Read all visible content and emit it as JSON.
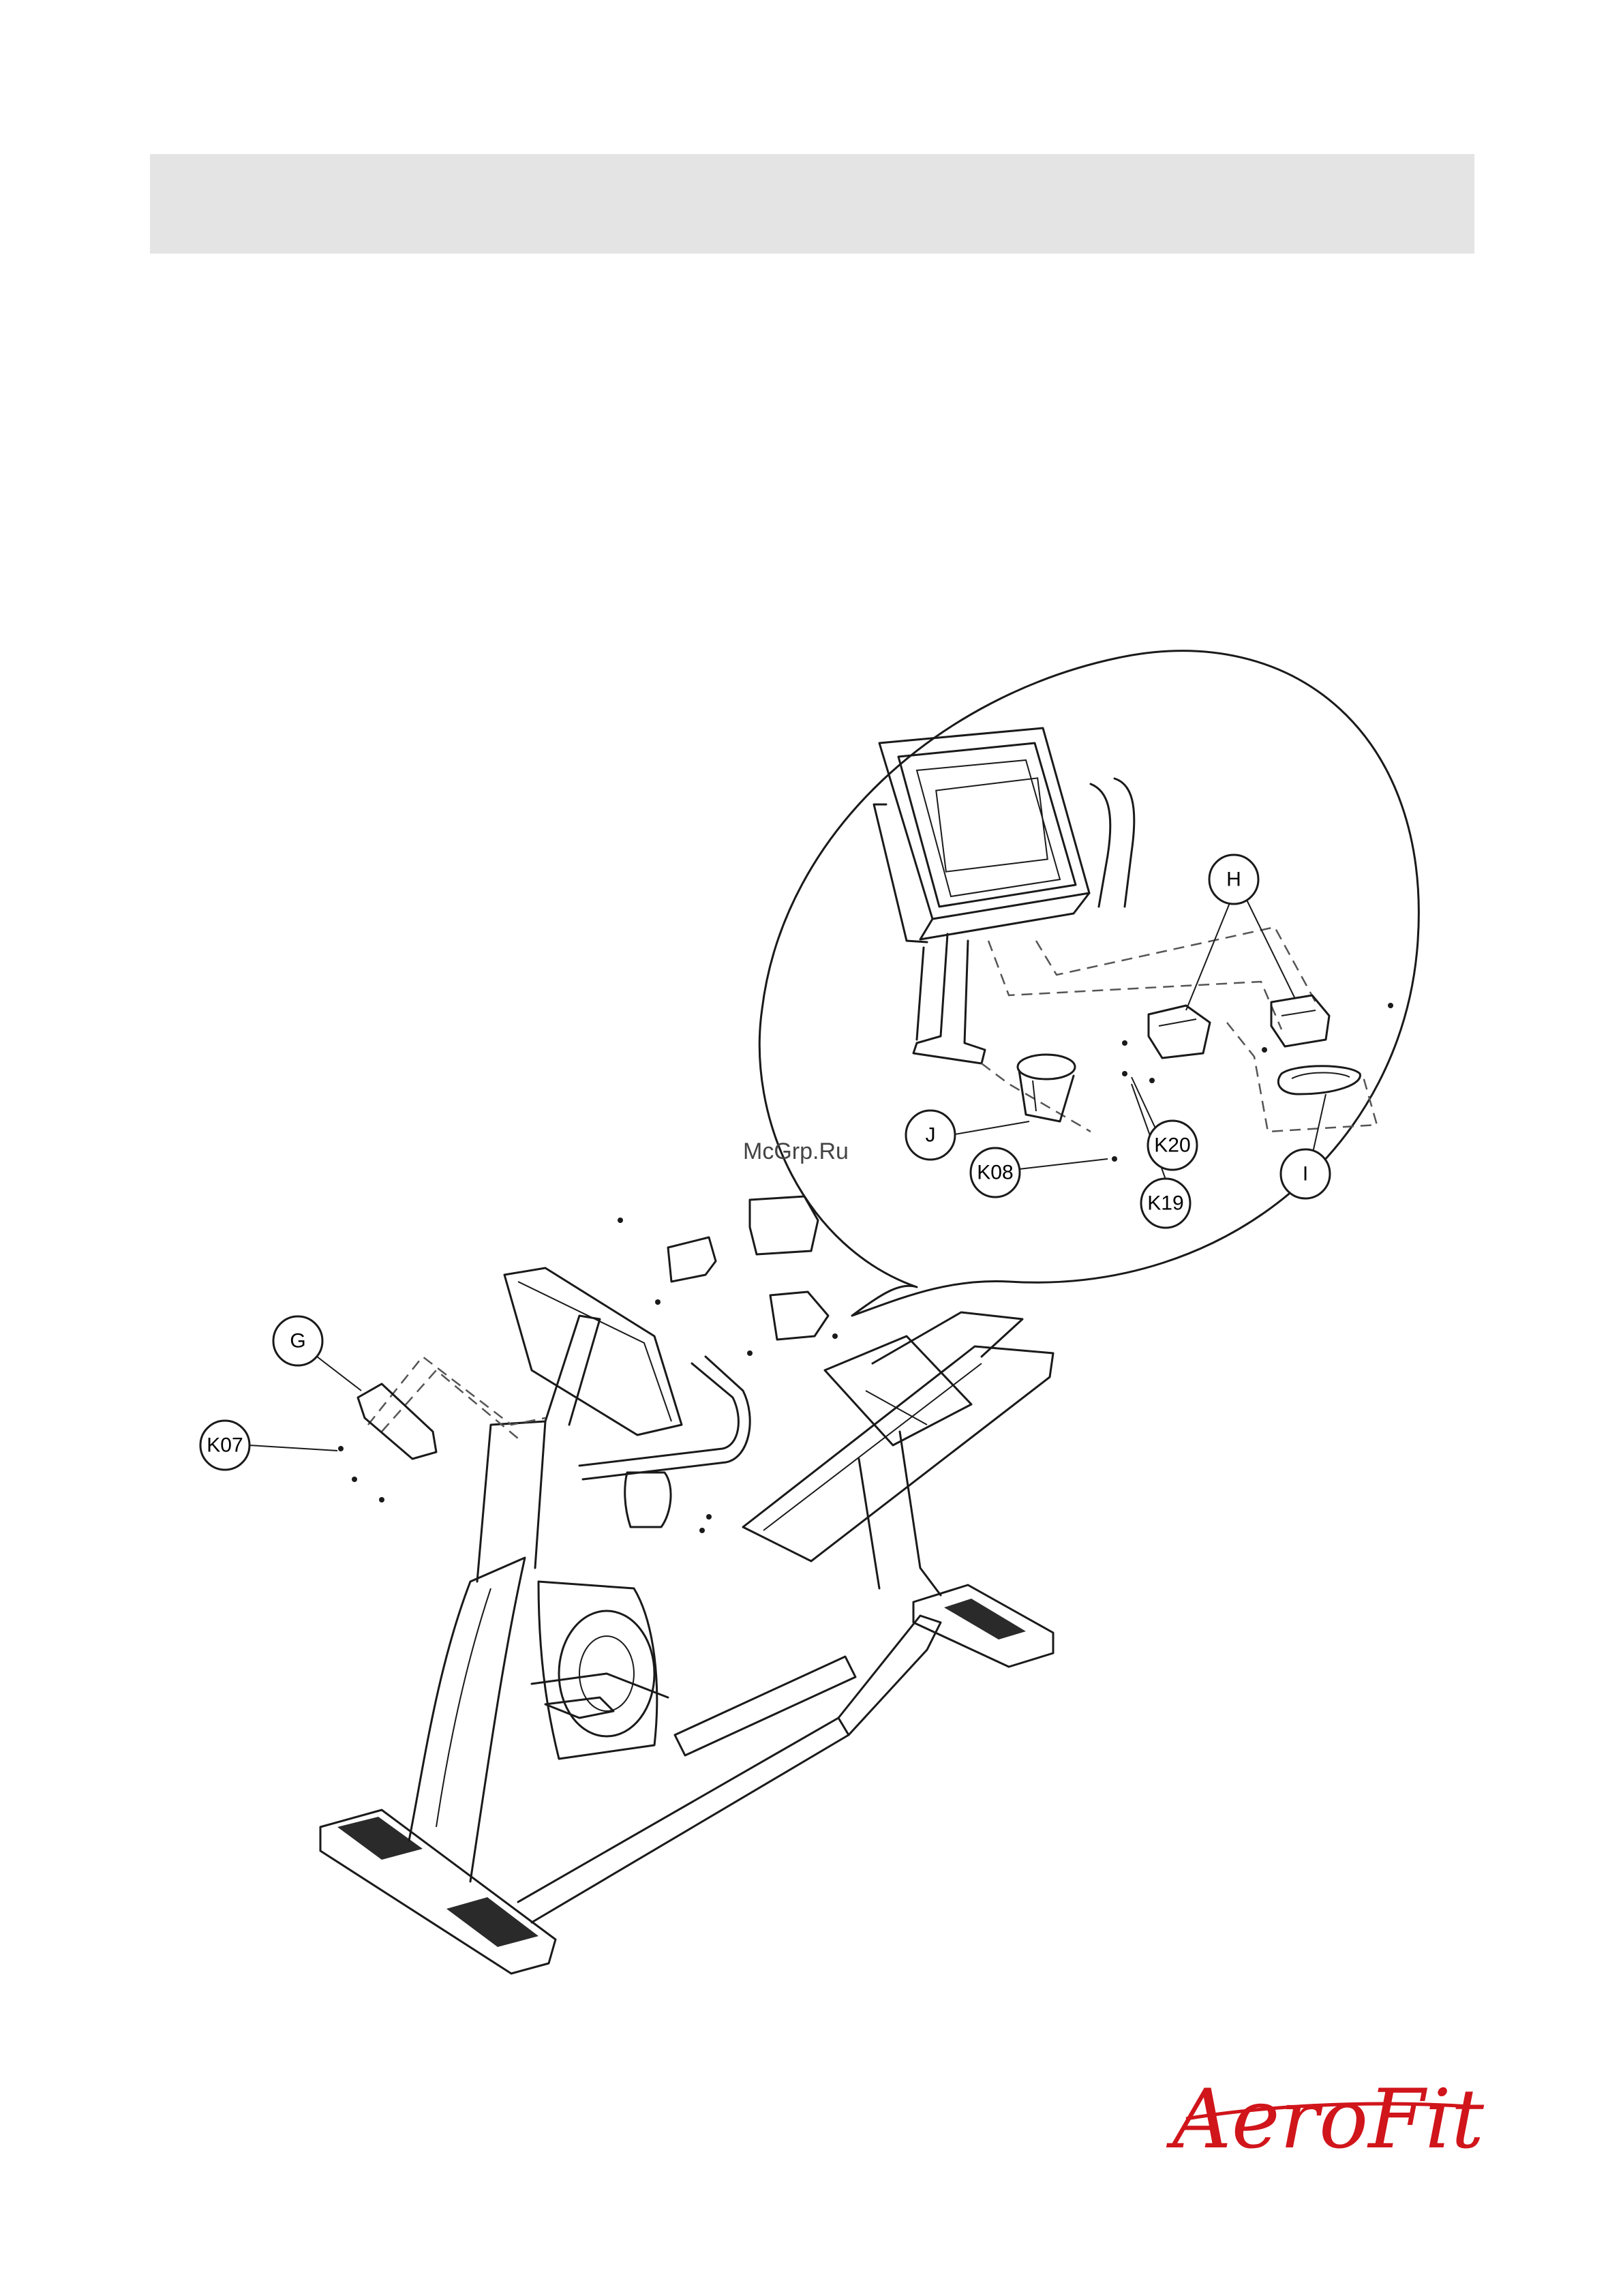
{
  "callouts": {
    "H": "H",
    "J": "J",
    "K08": "K08",
    "K20": "K20",
    "K19": "K19",
    "I": "I",
    "G": "G",
    "K07": "K07"
  },
  "watermark": "McGrp.Ru",
  "brand": {
    "logo_text": "AeroFit",
    "color": "#d0151b"
  },
  "colors": {
    "header_bar": "#e4e4e4",
    "line": "#1a1a1a"
  }
}
